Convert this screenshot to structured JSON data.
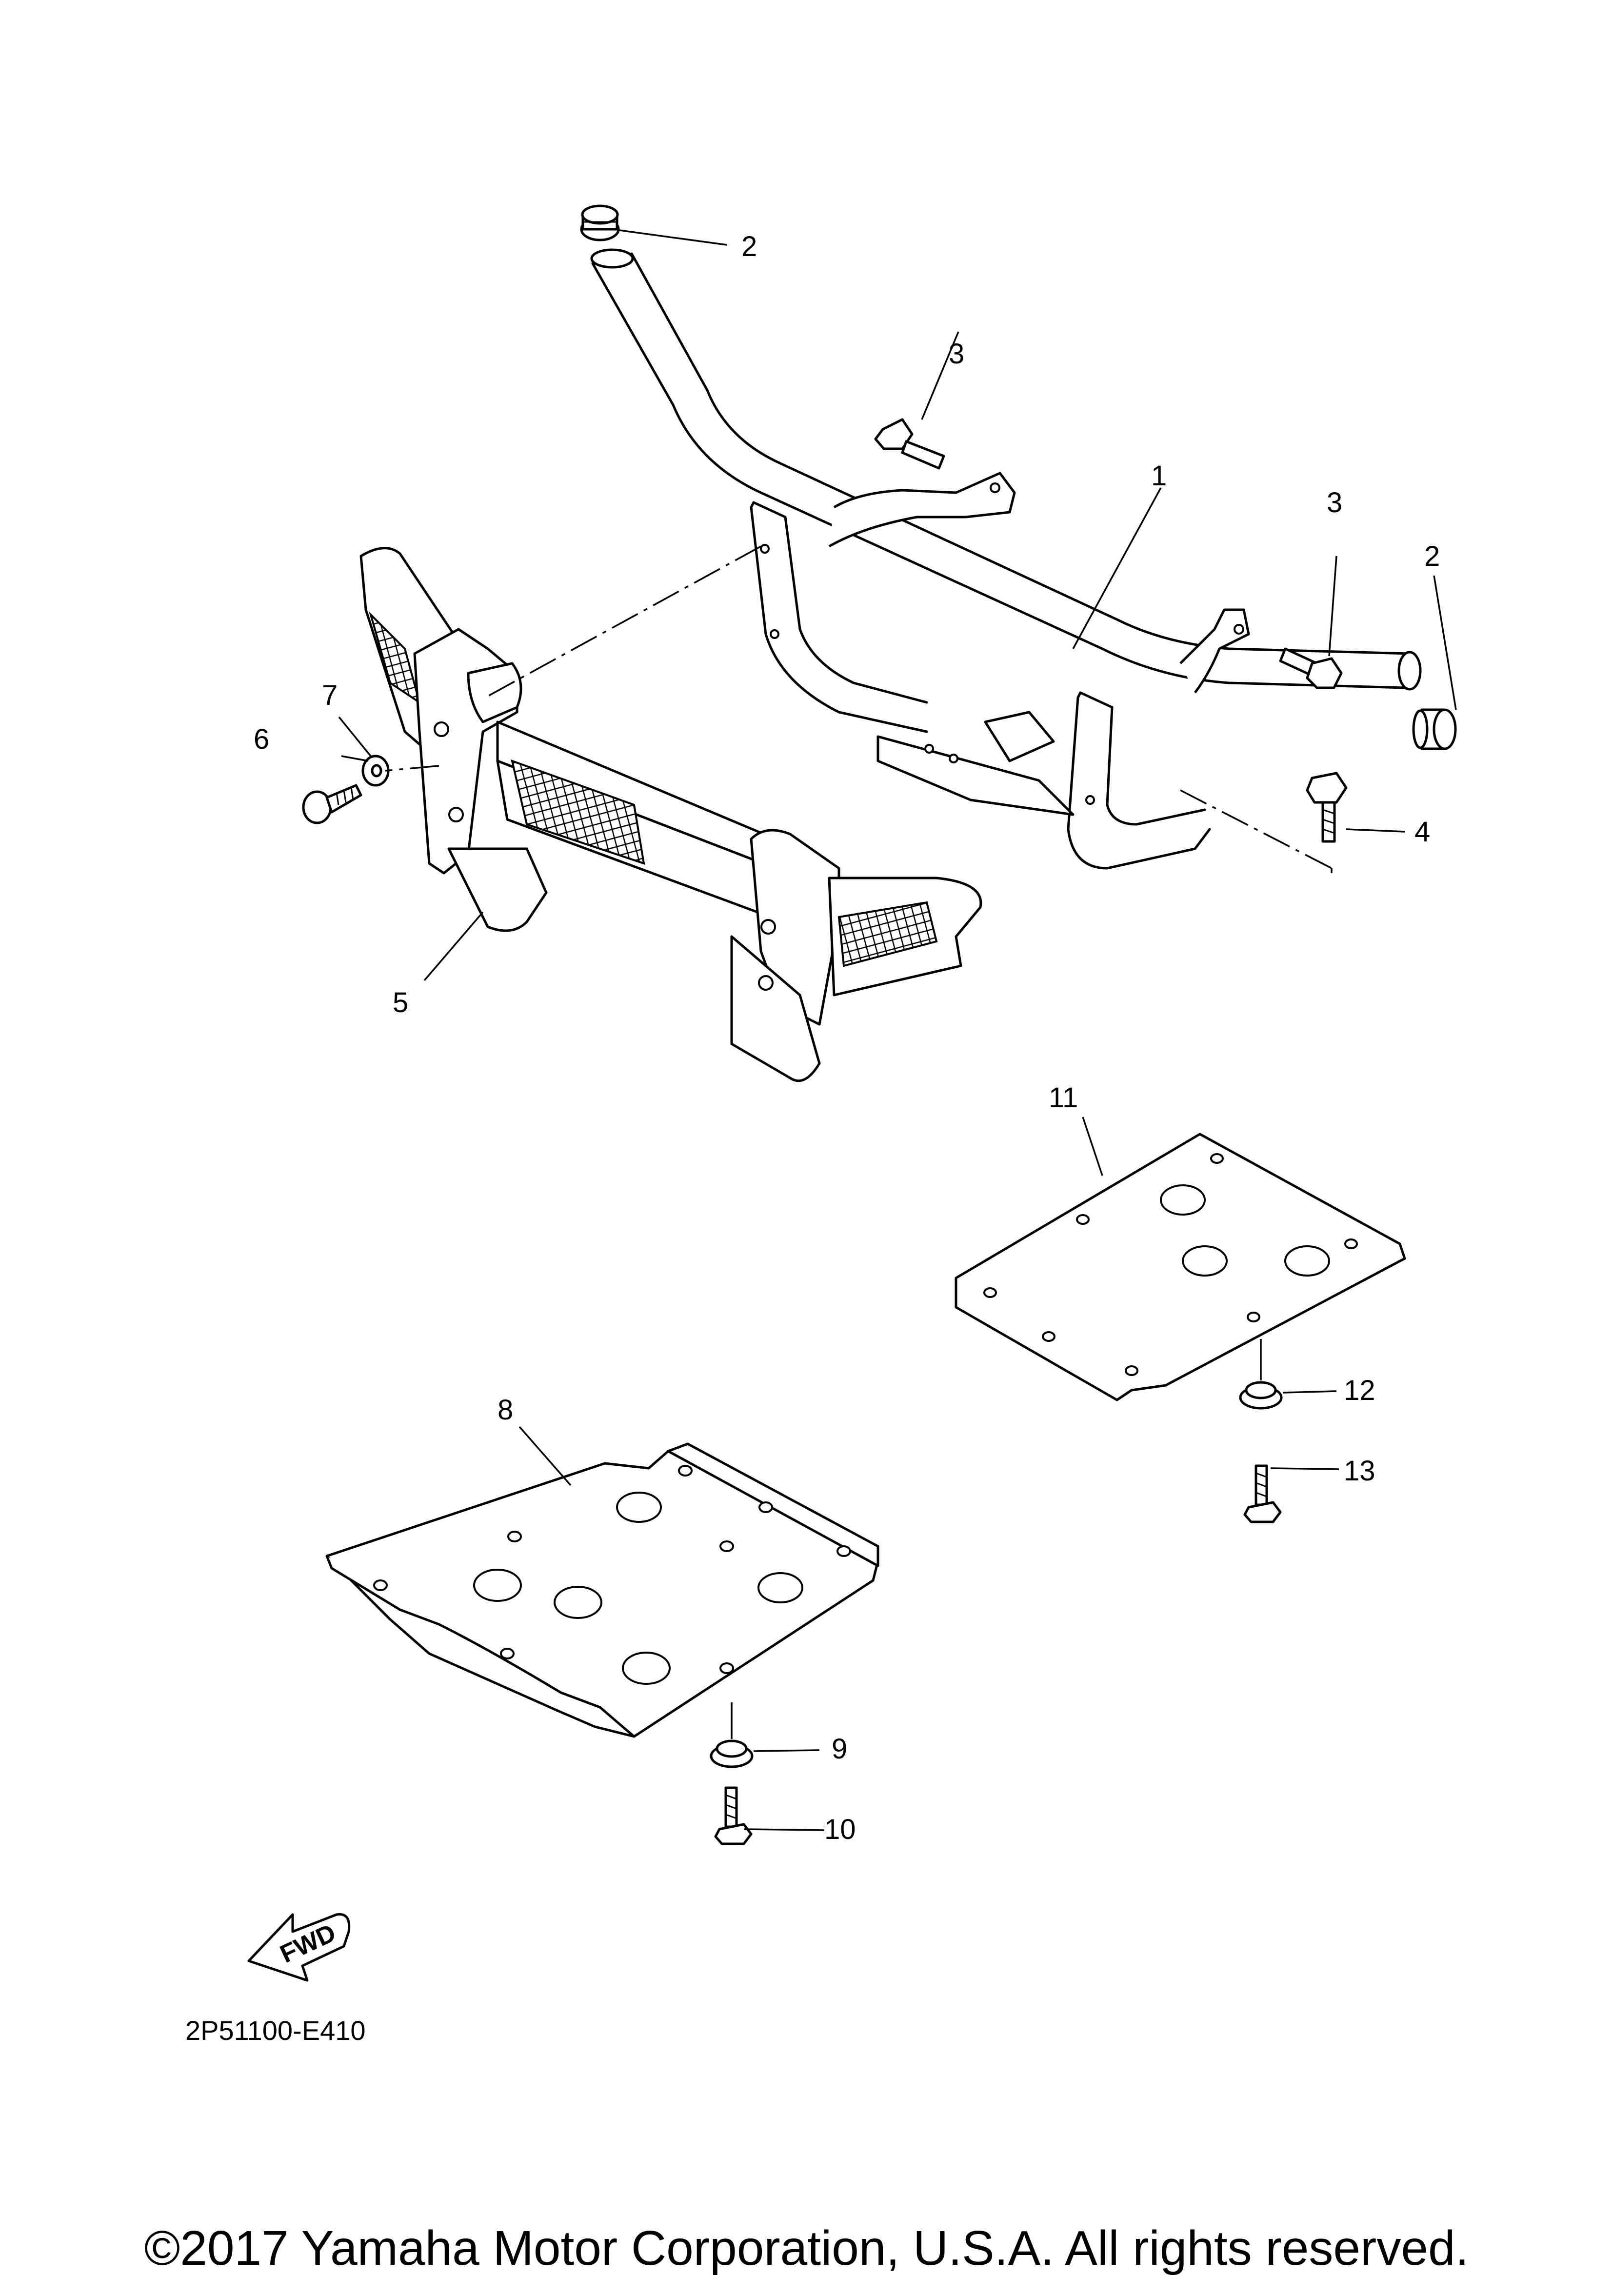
{
  "callouts": [
    {
      "id": "1",
      "label": "1"
    },
    {
      "id": "2a",
      "label": "2"
    },
    {
      "id": "2b",
      "label": "2"
    },
    {
      "id": "3a",
      "label": "3"
    },
    {
      "id": "3b",
      "label": "3"
    },
    {
      "id": "4",
      "label": "4"
    },
    {
      "id": "5",
      "label": "5"
    },
    {
      "id": "6",
      "label": "6"
    },
    {
      "id": "7",
      "label": "7"
    },
    {
      "id": "8",
      "label": "8"
    },
    {
      "id": "9",
      "label": "9"
    },
    {
      "id": "10",
      "label": "10"
    },
    {
      "id": "11",
      "label": "11"
    },
    {
      "id": "12",
      "label": "12"
    },
    {
      "id": "13",
      "label": "13"
    }
  ],
  "fwd_label": "FWD",
  "diagram_code": "2P51100-E410",
  "copyright": "©2017 Yamaha Motor Corporation, U.S.A. All rights reserved.",
  "colors": {
    "line": "#000000",
    "background": "#ffffff"
  }
}
